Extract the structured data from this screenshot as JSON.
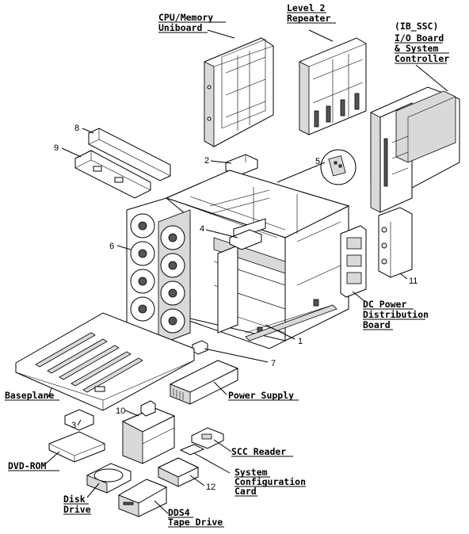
{
  "labels": {
    "cpu_memory": [
      "CPU/Memory",
      "Uniboard"
    ],
    "level2": [
      "Level 2",
      "Repeater"
    ],
    "ib_ssc": [
      "(IB_SSC)",
      "I/O Board",
      "& System",
      "Controller"
    ],
    "dc_power": [
      "DC Power",
      "Distribution",
      "Board"
    ],
    "baseplane": [
      "Baseplane"
    ],
    "power_supply": [
      "Power Supply"
    ],
    "dvd_rom": [
      "DVD-ROM"
    ],
    "scc_reader": [
      "SCC Reader"
    ],
    "system_config": [
      "System",
      "Configuration",
      "Card"
    ],
    "disk_drive": [
      "Disk",
      "Drive"
    ],
    "dds4": [
      "DDS4",
      "Tape Drive"
    ]
  },
  "callouts": {
    "c1": "1",
    "c2": "2",
    "c3": "3",
    "c4": "4",
    "c5": "5",
    "c6": "6",
    "c7": "7",
    "c8": "8",
    "c9": "9",
    "c10": "10",
    "c11": "11",
    "c12": "12"
  }
}
